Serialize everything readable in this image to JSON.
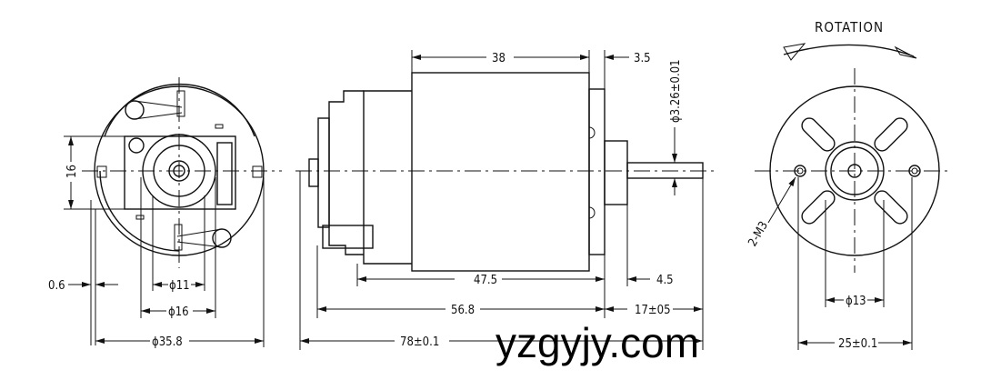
{
  "title": "ROTATION",
  "left_view": {
    "dims": {
      "d16": "16",
      "d06": "0.6",
      "d11": "ϕ11",
      "d16dia": "ϕ16",
      "d358": "ϕ35.8"
    }
  },
  "side_view": {
    "dims": {
      "d38": "38",
      "d35": "3.5",
      "shaft": "ϕ3.26±0.01",
      "d475": "47.5",
      "d45": "4.5",
      "d568": "56.8",
      "d17": "17±05",
      "d78": "78±0.1"
    }
  },
  "right_view": {
    "dims": {
      "m3": "2-M3",
      "d13": "ϕ13",
      "d25": "25±0.1"
    }
  },
  "watermark": "yzgyjy.com"
}
